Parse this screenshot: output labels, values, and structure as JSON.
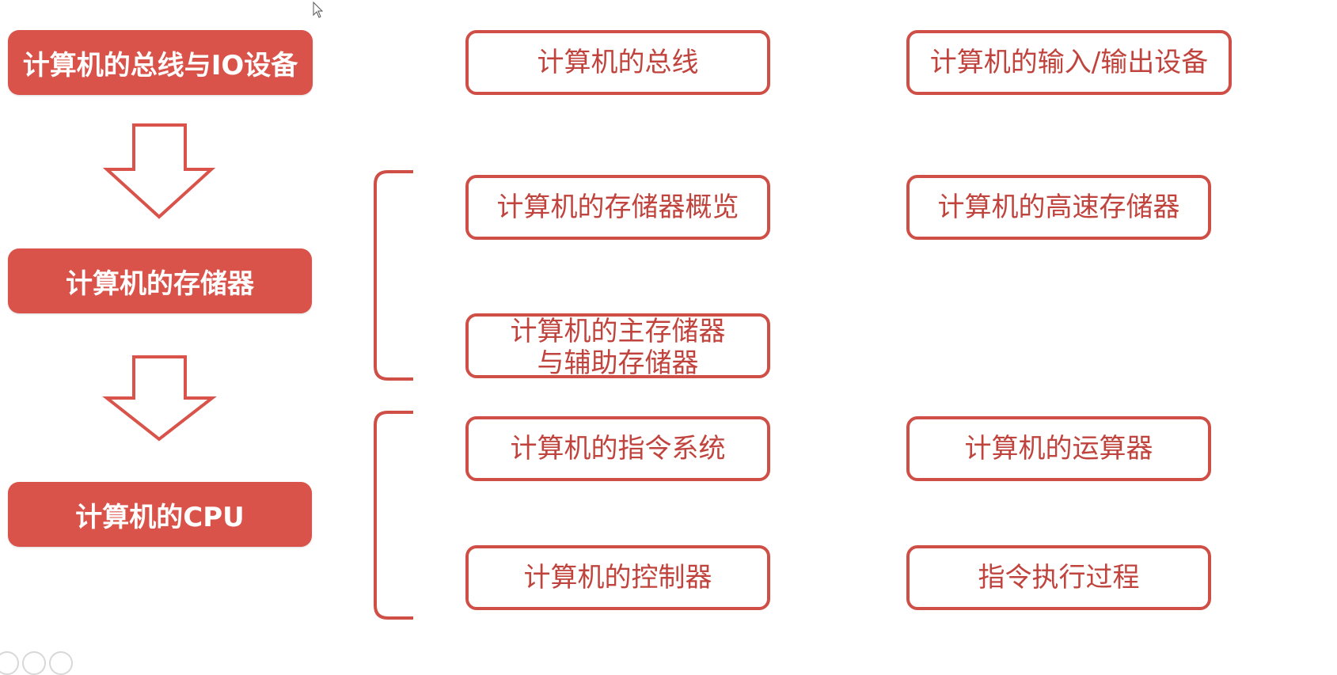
{
  "left_column": {
    "bus_io": "计算机的总线与IO设备",
    "memory": "计算机的存储器",
    "cpu": "计算机的CPU"
  },
  "bus_io_topics": {
    "bus": "计算机的总线",
    "io_devices": "计算机的输入/输出设备"
  },
  "memory_topics": {
    "overview": "计算机的存储器概览",
    "cache": "计算机的高速存储器",
    "main_aux_line1": "计算机的主存储器",
    "main_aux_line2": "与辅助存储器"
  },
  "cpu_topics": {
    "instruction_system": "计算机的指令系统",
    "alu": "计算机的运算器",
    "controller": "计算机的控制器",
    "execution": "指令执行过程"
  },
  "colors": {
    "primary": "#d9534a",
    "border": "#cf4f47",
    "text": "#c0443d"
  },
  "icons": [
    "down-arrow-icon",
    "bracket-icon",
    "mouse-cursor-icon"
  ]
}
